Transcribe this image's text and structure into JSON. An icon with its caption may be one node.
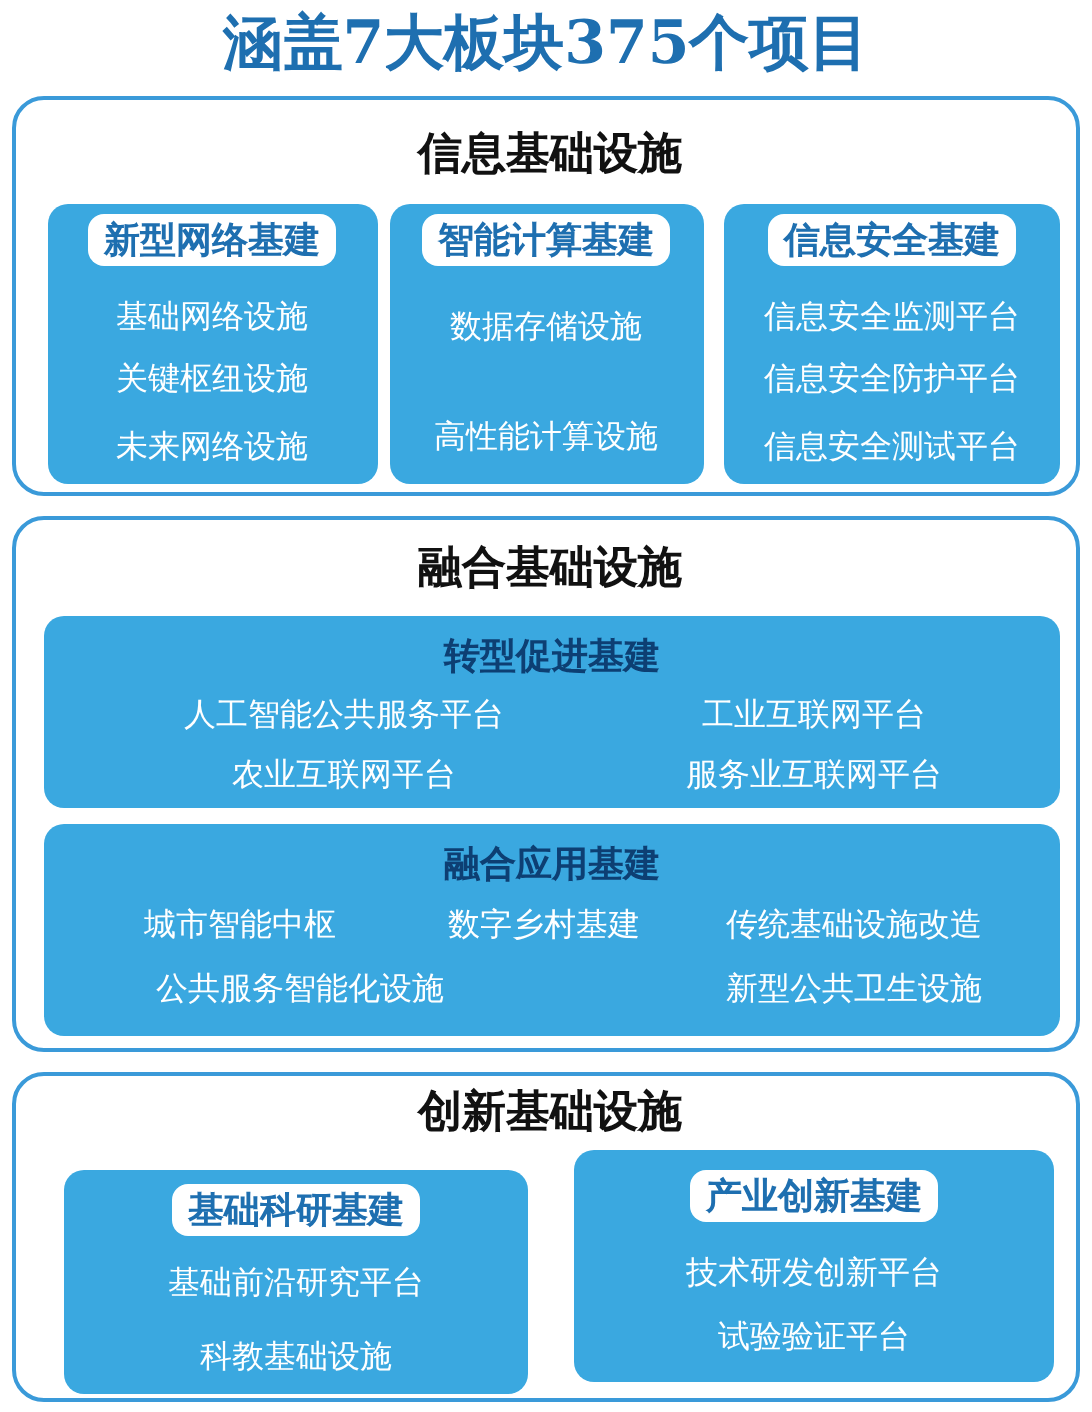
{
  "diagram": {
    "title": "涵盖7大板块375个项目",
    "nodes": [
      {
        "text": [
          "信息基础设施"
        ]
      },
      {
        "text": [
          "新型网络基建",
          "基础网络设施",
          "关键枢纽设施",
          "未来网络设施"
        ],
        "in": 0
      },
      {
        "text": [
          "智能计算基建",
          "数据存储设施",
          "高性能计算设施"
        ],
        "in": 0
      },
      {
        "text": [
          "信息安全基建",
          "信息安全监测平台",
          "信息安全防护平台",
          "信息安全测试平台"
        ],
        "in": 0
      },
      {
        "text": [
          "融合基础设施"
        ]
      },
      {
        "text": [
          "转型促进基建",
          "人工智能公共服务平台",
          "工业互联网平台",
          "农业互联网平台",
          "服务业互联网平台"
        ],
        "in": 4
      },
      {
        "text": [
          "融合应用基建",
          "城市智能中枢",
          "数字乡村基建",
          "传统基础设施改造",
          "公共服务智能化设施",
          "新型公共卫生设施"
        ],
        "in": 4
      },
      {
        "text": [
          "创新基础设施"
        ]
      },
      {
        "text": [
          "基础科研基建",
          "基础前沿研究平台",
          "科教基础设施"
        ],
        "in": 7
      },
      {
        "text": [
          "产业创新基建",
          "技术研发创新平台",
          "试验验证平台"
        ],
        "in": 7
      }
    ]
  }
}
